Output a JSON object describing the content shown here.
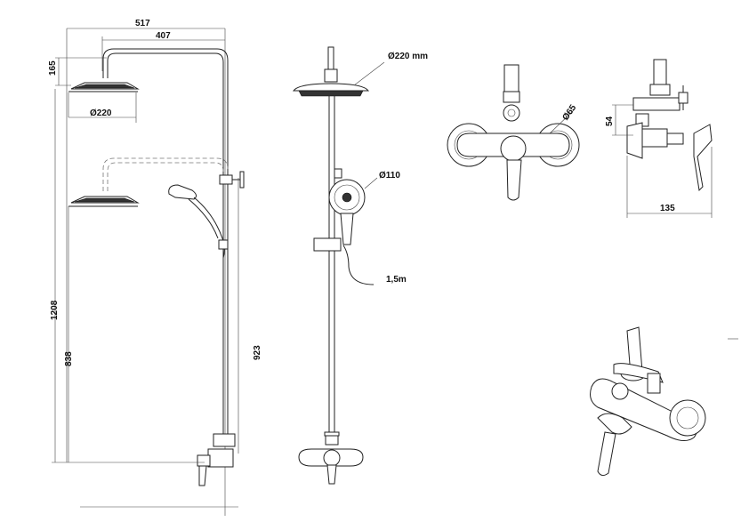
{
  "dimensions": {
    "overall_width": "517",
    "arm_length": "407",
    "head_height": "165",
    "head_diameter": "Ø220",
    "total_height": "1208",
    "outlet_height": "838",
    "rail_height": "923",
    "head_diameter_front": "Ø220 mm",
    "hand_shower_diameter": "Ø110",
    "hose_length": "1,5m",
    "escutcheon_diameter": "Ø65",
    "valve_depth": "54",
    "valve_projection": "135"
  }
}
